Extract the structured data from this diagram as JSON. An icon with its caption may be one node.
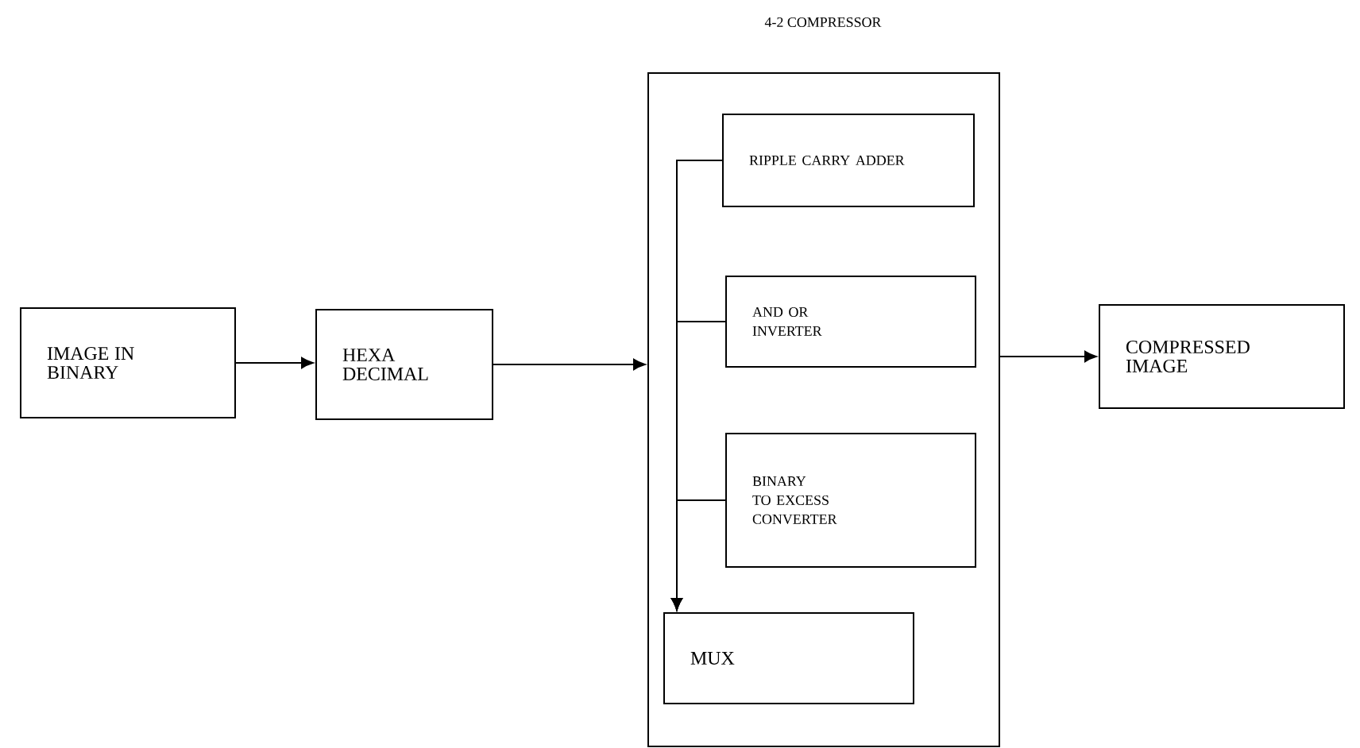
{
  "diagram": {
    "nodes": [
      {
        "text": [
          "IMAGE IN BINARY"
        ]
      },
      {
        "text": [
          "HEXA DECIMAL"
        ]
      },
      {
        "text": [
          "4-2 COMPRESSOR"
        ]
      },
      {
        "text": [
          "RIPPLE CARRY ADDER"
        ],
        "in": 2
      },
      {
        "text": [
          "AND OR INVERTER"
        ],
        "in": 2
      },
      {
        "text": [
          "BINARY TO EXCESS CONVERTER"
        ],
        "in": 2
      },
      {
        "text": [
          "MUX"
        ],
        "in": 2
      },
      {
        "text": [
          "COMPRESSED IMAGE"
        ]
      }
    ],
    "edges": [
      {
        "from": 0,
        "to": 1,
        "arrow": "to"
      },
      {
        "from": 1,
        "to": 2,
        "arrow": "to"
      },
      {
        "from": 2,
        "to": 7,
        "arrow": "to"
      },
      {
        "from": 3,
        "to": 6,
        "arrow": "to"
      },
      {
        "from": 4,
        "to": 6,
        "arrow": "to"
      },
      {
        "from": 5,
        "to": 6,
        "arrow": "to"
      }
    ]
  }
}
